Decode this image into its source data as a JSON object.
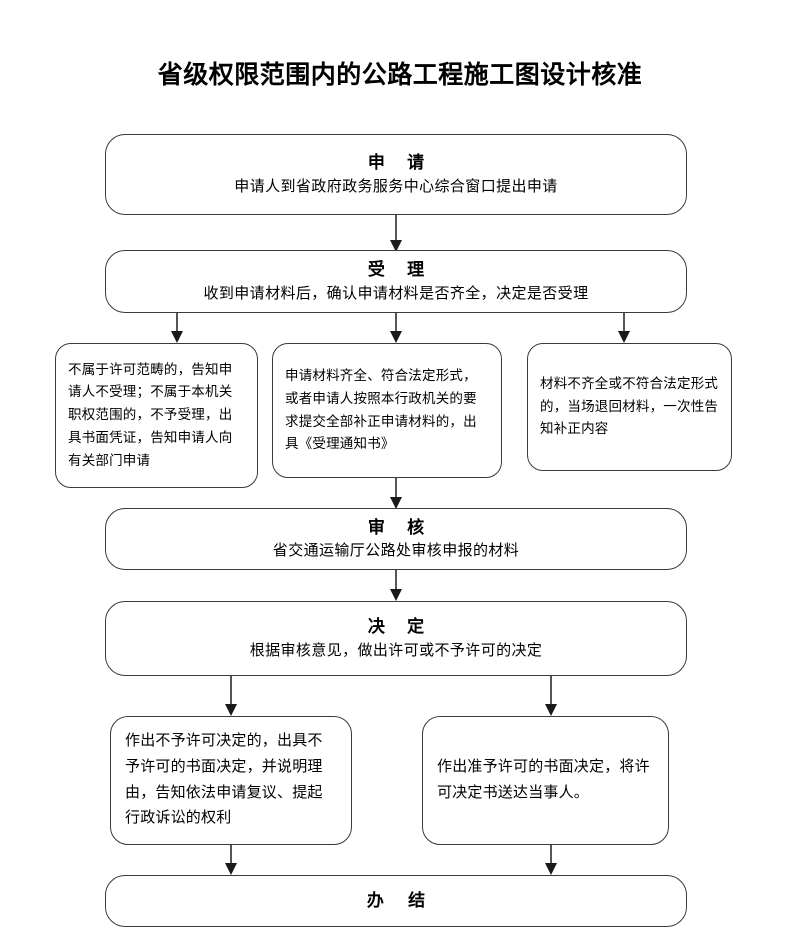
{
  "title": "省级权限范围内的公路工程施工图设计核准",
  "accent_colors": {
    "box_border": "#3a3a3a",
    "connector": "#2b2b2b",
    "text": "#000000",
    "background": "#ffffff"
  },
  "nodes": {
    "apply": {
      "heading": "申 请",
      "body": "申请人到省政府政务服务中心综合窗口提出申请"
    },
    "accept": {
      "heading": "受 理",
      "body": "收到申请材料后，确认申请材料是否齐全，决定是否受理"
    },
    "branch_not_in_scope": {
      "body": "不属于许可范畴的，告知申请人不受理；不属于本机关职权范围的，不予受理，出具书面凭证，告知申请人向有关部门申请"
    },
    "branch_complete": {
      "body": "申请材料齐全、符合法定形式，或者申请人按照本行政机关的要求提交全部补正申请材料的，出具《受理通知书》"
    },
    "branch_incomplete": {
      "body": "材料不齐全或不符合法定形式的，当场退回材料，一次性告知补正内容"
    },
    "review": {
      "heading": "审 核",
      "body": "省交通运输厅公路处审核申报的材料"
    },
    "decide": {
      "heading": "决 定",
      "body": "根据审核意见，做出许可或不予许可的决定"
    },
    "decision_denied": {
      "body": "作出不予许可决定的，出具不予许可的书面决定，并说明理由，告知依法申请复议、提起行政诉讼的权利"
    },
    "decision_granted": {
      "body": "作出准予许可的书面决定，将许可决定书送达当事人。"
    },
    "finish": {
      "heading": "办 结"
    }
  }
}
